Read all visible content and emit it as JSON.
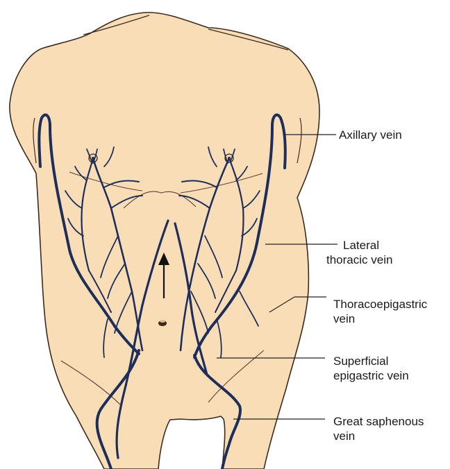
{
  "figure": {
    "colors": {
      "skin": "#f8ddb6",
      "skin_outline": "#3a2a20",
      "vein": "#1d2e5a",
      "vein_highlight": "#3f5f9a",
      "leader": "#222222",
      "label": "#1a1a1a"
    },
    "flow_arrow": "arrow-up",
    "labels": [
      {
        "id": "axillary",
        "lines": [
          "Axillary vein"
        ]
      },
      {
        "id": "lateral-thoracic",
        "lines": [
          "Lateral",
          "thoracic vein"
        ]
      },
      {
        "id": "thoracoepigastric",
        "lines": [
          "Thoracoepigastric",
          "vein"
        ]
      },
      {
        "id": "superficial-epigastric",
        "lines": [
          "Superficial",
          "epigastric vein"
        ]
      },
      {
        "id": "great-saphenous",
        "lines": [
          "Great saphenous",
          "vein"
        ]
      }
    ]
  }
}
